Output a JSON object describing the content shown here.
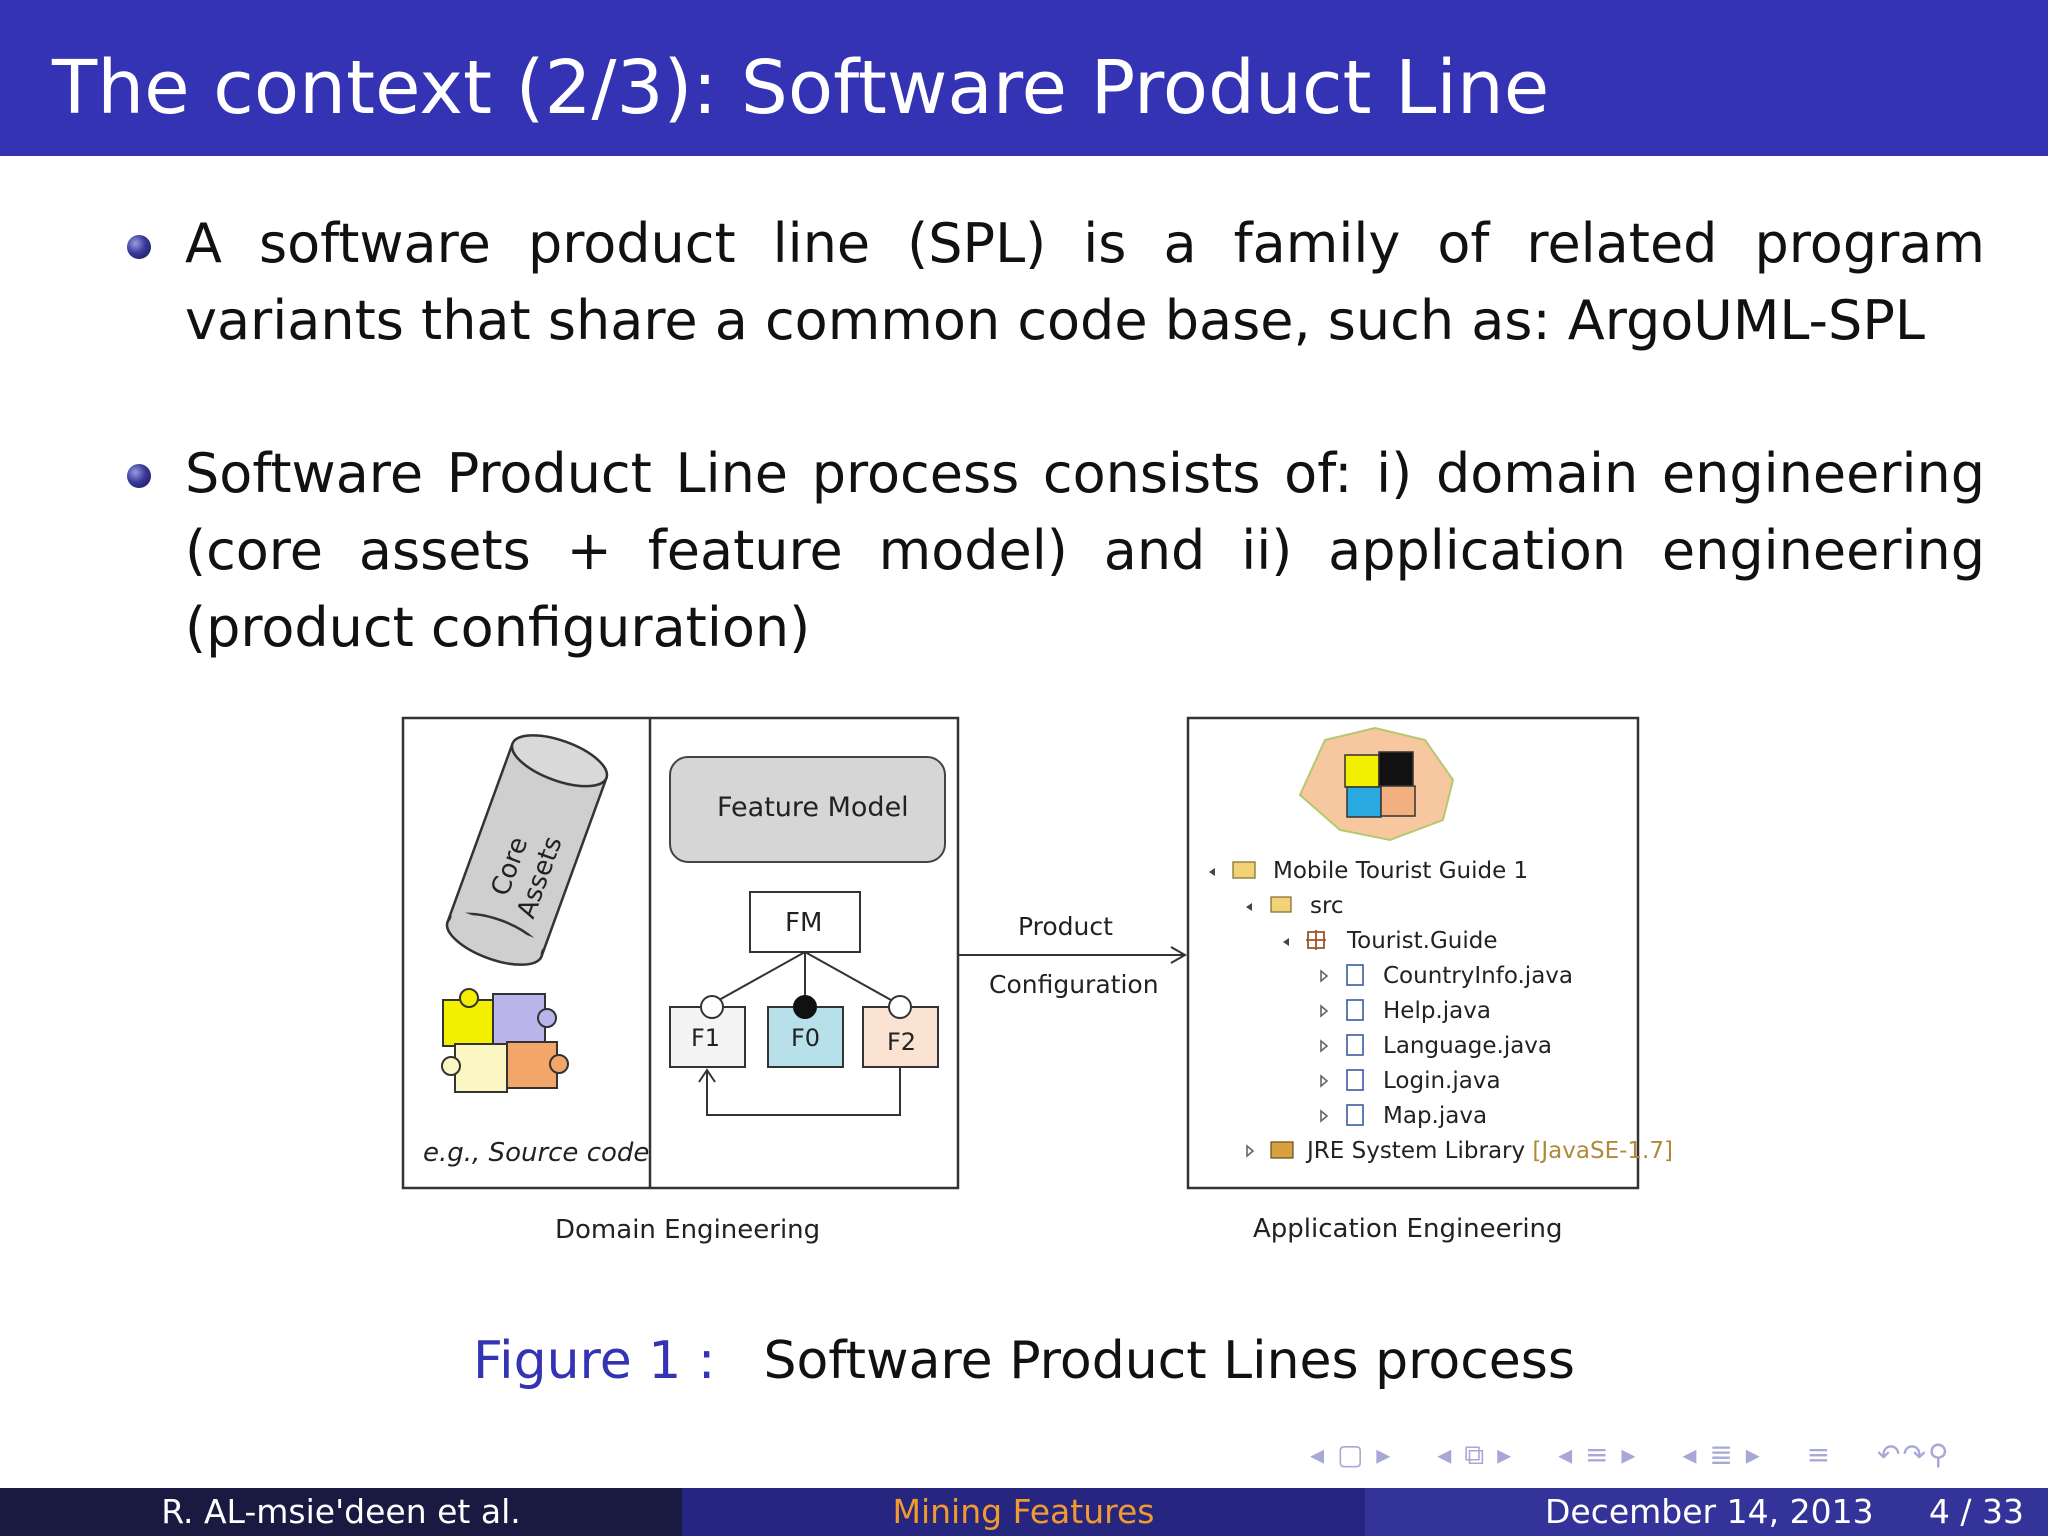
{
  "slide": {
    "title": "The context (2/3): Software Product Line"
  },
  "bullets": [
    "A software product line (SPL) is a family of related program variants that share a common code base, such as: ArgoUML-SPL",
    "Software Product Line process consists of: i) domain engineering (core assets + feature model) and ii) application engineering (product con­figuration)"
  ],
  "figure": {
    "core_assets": "Core Assets",
    "source_code": "e.g., Source code",
    "feature_model": "Feature Model",
    "fm": "FM",
    "f1": "F1",
    "f0": "F0",
    "f2": "F2",
    "product": "Product",
    "configuration": "Configuration",
    "domain_engineering": "Domain Engineering",
    "application_engineering": "Application Engineering",
    "tree": {
      "project": "Mobile Tourist Guide 1",
      "src": "src",
      "package": "Tourist.Guide",
      "files": [
        "CountryInfo.java",
        "Help.java",
        "Language.java",
        "Login.java",
        "Map.java"
      ],
      "jre": "JRE System Library",
      "jre_version": "[JavaSE-1.7]"
    },
    "caption_label": "Figure 1 :",
    "caption_text": "Software Product Lines process"
  },
  "footer": {
    "author": "R. AL-msie'deen et al.",
    "title": "Mining Features",
    "date": "December 14, 2013",
    "page": "4 / 33"
  },
  "colors": {
    "title_bar": "#3333b3",
    "footer_dark": "#191941",
    "footer_mid": "#262680",
    "footer_light": "#333399",
    "accent_orange": "#f29a2e"
  }
}
